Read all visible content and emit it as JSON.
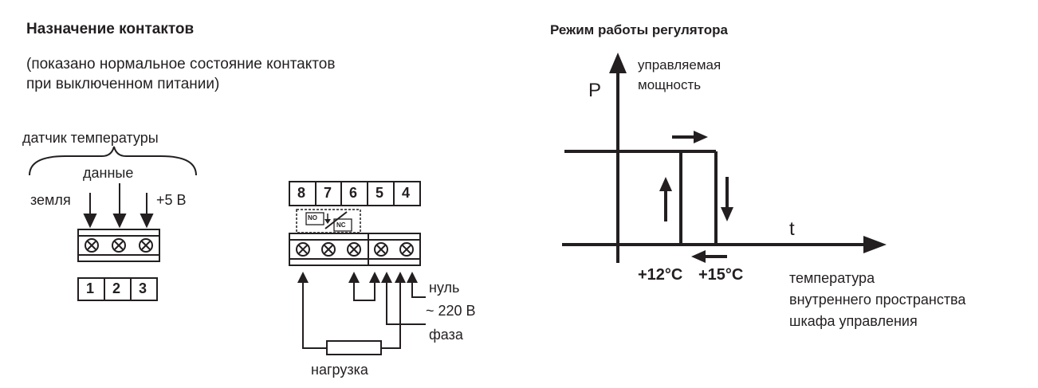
{
  "left": {
    "heading": "Назначение контактов",
    "note_line1": "(показано нормальное состояние контактов",
    "note_line2": "при выключенном питании)"
  },
  "sensor": {
    "group_label": "датчик температуры",
    "data_label": "данные",
    "ground_label": "земля",
    "power_label": "+5 В",
    "pins": [
      "1",
      "2",
      "3"
    ]
  },
  "relay": {
    "pins": [
      "8",
      "7",
      "6",
      "5",
      "4"
    ],
    "no_label": "NO",
    "nc_label": "NC",
    "neutral_label": "нуль",
    "voltage_label": "~ 220 В",
    "phase_label": "фаза",
    "load_label": "нагрузка"
  },
  "regulator": {
    "heading": "Режим работы регулятора",
    "p_label": "P",
    "power_label_1": "управляемая",
    "power_label_2": "мощность",
    "t_label": "t",
    "temp_low": "+12°C",
    "temp_high": "+15°C",
    "temp_desc_1": "температура",
    "temp_desc_2": "внутреннего пространства",
    "temp_desc_3": "шкафа управления"
  }
}
